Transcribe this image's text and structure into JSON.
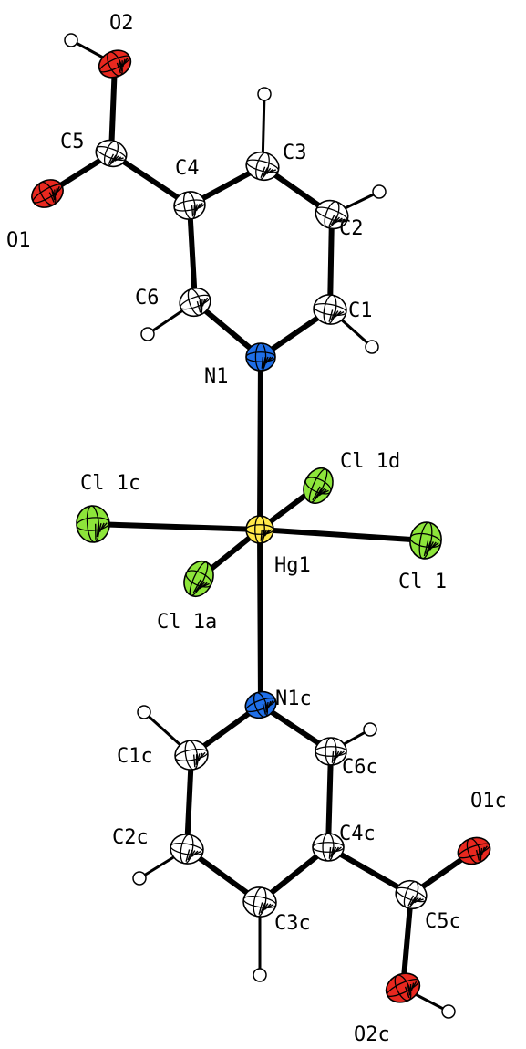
{
  "figure": {
    "element_colors": {
      "C": "#ffffff",
      "N": "#1f6fe8",
      "O": "#e8281f",
      "Cl": "#8de53a",
      "Hg": "#ffe94a",
      "H": "#ffffff"
    },
    "atoms": [
      {
        "id": "O2",
        "label": "O2",
        "element": "O"
      },
      {
        "id": "C5",
        "label": "C5",
        "element": "C"
      },
      {
        "id": "O1",
        "label": "O1",
        "element": "O"
      },
      {
        "id": "C4",
        "label": "C4",
        "element": "C"
      },
      {
        "id": "C3",
        "label": "C3",
        "element": "C"
      },
      {
        "id": "C2",
        "label": "C2",
        "element": "C"
      },
      {
        "id": "C1",
        "label": "C1",
        "element": "C"
      },
      {
        "id": "C6",
        "label": "C6",
        "element": "C"
      },
      {
        "id": "N1",
        "label": "N1",
        "element": "N"
      },
      {
        "id": "Hg1",
        "label": "Hg1",
        "element": "Hg"
      },
      {
        "id": "Cl1",
        "label": "Cl 1",
        "element": "Cl"
      },
      {
        "id": "Cl1a",
        "label": "Cl 1a",
        "element": "Cl"
      },
      {
        "id": "Cl1c",
        "label": "Cl 1c",
        "element": "Cl"
      },
      {
        "id": "Cl1d",
        "label": "Cl 1d",
        "element": "Cl"
      },
      {
        "id": "N1c",
        "label": "N1c",
        "element": "N"
      },
      {
        "id": "C1c",
        "label": "C1c",
        "element": "C"
      },
      {
        "id": "C6c",
        "label": "C6c",
        "element": "C"
      },
      {
        "id": "C2c",
        "label": "C2c",
        "element": "C"
      },
      {
        "id": "C4c",
        "label": "C4c",
        "element": "C"
      },
      {
        "id": "C3c",
        "label": "C3c",
        "element": "C"
      },
      {
        "id": "C5c",
        "label": "C5c",
        "element": "C"
      },
      {
        "id": "O1c",
        "label": "O1c",
        "element": "O"
      },
      {
        "id": "O2c",
        "label": "O2c",
        "element": "O"
      }
    ],
    "bonds": [
      [
        "O2",
        "C5"
      ],
      [
        "C5",
        "O1"
      ],
      [
        "C5",
        "C4"
      ],
      [
        "C4",
        "C3"
      ],
      [
        "C3",
        "C2"
      ],
      [
        "C2",
        "C1"
      ],
      [
        "C1",
        "N1"
      ],
      [
        "N1",
        "C6"
      ],
      [
        "C6",
        "C4"
      ],
      [
        "N1",
        "Hg1"
      ],
      [
        "Hg1",
        "Cl1"
      ],
      [
        "Hg1",
        "Cl1a"
      ],
      [
        "Hg1",
        "Cl1c"
      ],
      [
        "Hg1",
        "Cl1d"
      ],
      [
        "Hg1",
        "N1c"
      ],
      [
        "N1c",
        "C1c"
      ],
      [
        "N1c",
        "C6c"
      ],
      [
        "C1c",
        "C2c"
      ],
      [
        "C2c",
        "C3c"
      ],
      [
        "C3c",
        "C4c"
      ],
      [
        "C4c",
        "C6c"
      ],
      [
        "C4c",
        "C5c"
      ],
      [
        "C5c",
        "O1c"
      ],
      [
        "C5c",
        "O2c"
      ]
    ]
  }
}
